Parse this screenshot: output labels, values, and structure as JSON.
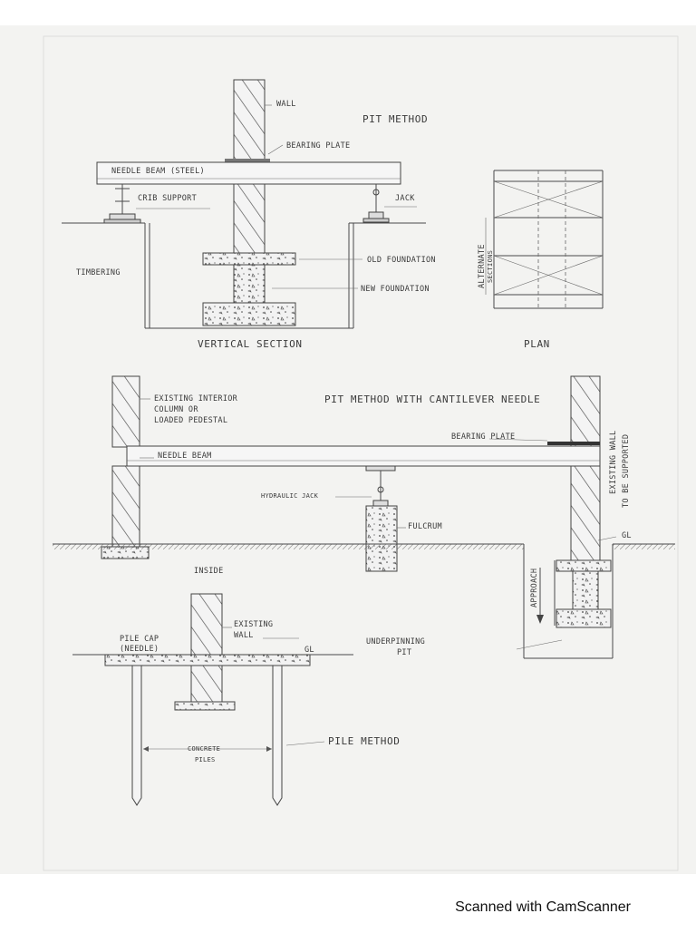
{
  "labels": {
    "pit_method": "PIT METHOD",
    "wall": "WALL",
    "bearing_plate": "BEARING PLATE",
    "needle_beam_steel": "NEEDLE BEAM (STEEL)",
    "crib_support": "CRIB SUPPORT",
    "jack": "JACK",
    "old_foundation": "OLD FOUNDATION",
    "new_foundation": "NEW FOUNDATION",
    "timbering": "TIMBERING",
    "vertical_section": "VERTICAL SECTION",
    "plan": "PLAN",
    "alternate_sections_1": "ALTERNATE",
    "alternate_sections_2": "SECTIONS",
    "cantilever_title": "PIT METHOD WITH CANTILEVER NEEDLE",
    "existing_interior_1": "EXISTING INTERIOR",
    "existing_interior_2": "COLUMN  OR",
    "existing_interior_3": "LOADED  PEDESTAL",
    "bearing_plate_2": "BEARING PLATE",
    "needle_beam": "NEEDLE BEAM",
    "hydraulic_jack": "HYDRAULIC JACK",
    "fulcrum": "FULCRUM",
    "existing_wall_1": "EXISTING WALL",
    "existing_wall_2": "TO BE SUPPORTED",
    "gl_1": "GL",
    "inside": "INSIDE",
    "approach": "APPROACH",
    "underpinning_1": "UNDERPINNING",
    "underpinning_2": "PIT",
    "pile_cap_1": "PILE CAP",
    "pile_cap_2": "(NEEDLE)",
    "existing_wall_p1": "EXISTING",
    "existing_wall_p2": "WALL",
    "gl_2": "GL",
    "concrete_piles_1": "CONCRETE",
    "concrete_piles_2": "PILES",
    "pile_method": "PILE METHOD"
  },
  "footer": {
    "scanner_text": "Scanned with CamScanner"
  }
}
